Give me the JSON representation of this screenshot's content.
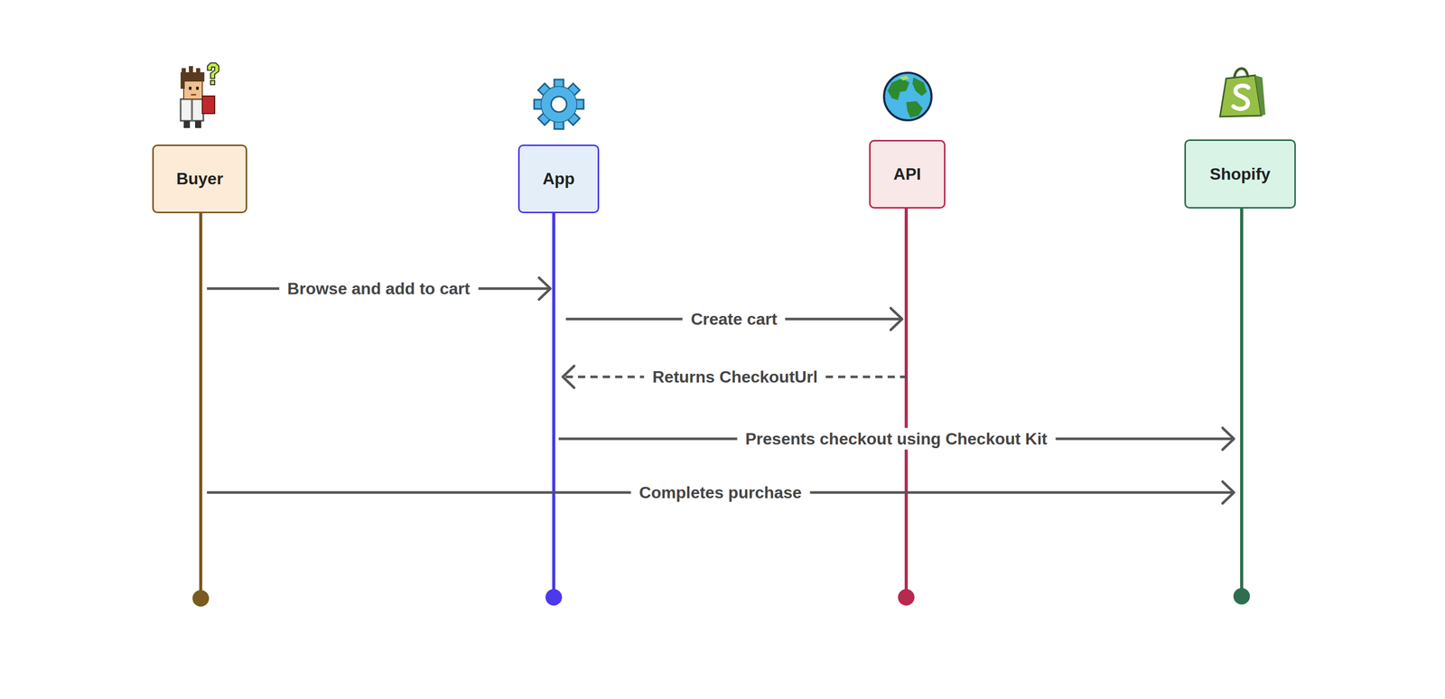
{
  "diagram": {
    "nodes": [
      {
        "text": [
          "Buyer"
        ]
      },
      {
        "text": [
          "App"
        ]
      },
      {
        "text": [
          "API"
        ]
      },
      {
        "text": [
          "Shopify"
        ]
      }
    ],
    "edges": [
      {
        "from": 0,
        "to": 1,
        "label": "Browse and add to cart",
        "arrow": "to"
      },
      {
        "from": 1,
        "to": 2,
        "label": "Create cart",
        "arrow": "to"
      },
      {
        "from": 2,
        "to": 1,
        "label": "Returns CheckoutUrl",
        "arrow": "to"
      },
      {
        "from": 1,
        "to": 3,
        "label": "Presents checkout using Checkout Kit",
        "arrow": "to"
      },
      {
        "from": 0,
        "to": 3,
        "label": "Completes purchase",
        "arrow": "to"
      }
    ]
  }
}
